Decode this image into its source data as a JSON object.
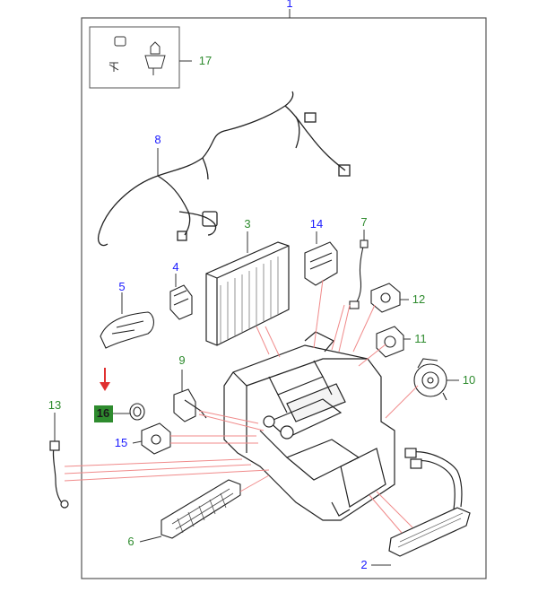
{
  "colors": {
    "green": "#2e8b2e",
    "blue": "#1a1aff",
    "leader_red": "#f08a8a",
    "arrow_red": "#e03030",
    "line": "#333333",
    "frame": "#555555"
  },
  "callouts": [
    {
      "id": "1",
      "label": "1",
      "color": "blue"
    },
    {
      "id": "2",
      "label": "2",
      "color": "blue"
    },
    {
      "id": "3",
      "label": "3",
      "color": "green"
    },
    {
      "id": "4",
      "label": "4",
      "color": "blue"
    },
    {
      "id": "5",
      "label": "5",
      "color": "blue"
    },
    {
      "id": "6",
      "label": "6",
      "color": "green"
    },
    {
      "id": "7",
      "label": "7",
      "color": "green"
    },
    {
      "id": "8",
      "label": "8",
      "color": "blue"
    },
    {
      "id": "9",
      "label": "9",
      "color": "green"
    },
    {
      "id": "10",
      "label": "10",
      "color": "green"
    },
    {
      "id": "11",
      "label": "11",
      "color": "green"
    },
    {
      "id": "12",
      "label": "12",
      "color": "green"
    },
    {
      "id": "13",
      "label": "13",
      "color": "green"
    },
    {
      "id": "14",
      "label": "14",
      "color": "blue"
    },
    {
      "id": "15",
      "label": "15",
      "color": "blue"
    },
    {
      "id": "16",
      "label": "16",
      "color": "green",
      "highlighted": true
    },
    {
      "id": "17",
      "label": "17",
      "color": "green"
    }
  ],
  "icons": {
    "selection_arrow": "down-arrow-icon"
  }
}
